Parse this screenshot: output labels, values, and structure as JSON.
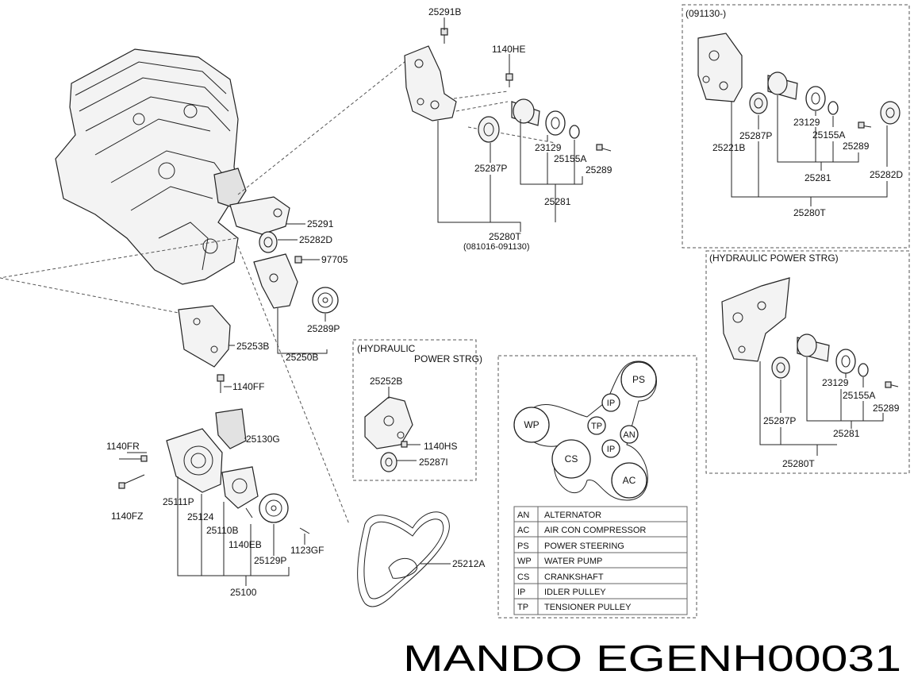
{
  "labels": {
    "l_25291B": "25291B",
    "l_1140HE": "1140HE",
    "l_23129a": "23129",
    "l_25155Aa": "25155A",
    "l_25289a": "25289",
    "l_25287Pa": "25287P",
    "l_25281a": "25281",
    "l_25280Ta": "25280T",
    "l_date_a": "(081016-091130)",
    "l_25291": "25291",
    "l_25282D": "25282D",
    "l_97705": "97705",
    "l_25289P": "25289P",
    "l_25253B": "25253B",
    "l_25250B": "25250B",
    "l_1140FF": "1140FF",
    "l_25130G": "25130G",
    "l_1140FR": "1140FR",
    "l_25111P": "25111P",
    "l_25124": "25124",
    "l_1140FZ": "1140FZ",
    "l_25110B": "25110B",
    "l_1140EB": "1140EB",
    "l_25129P": "25129P",
    "l_1123GF": "1123GF",
    "l_25100": "25100",
    "l_25212A": "25212A",
    "l_hyd1a": "(HYDRAULIC",
    "l_hyd1b": "POWER STRG)",
    "l_25252B": "25252B",
    "l_1140HS": "1140HS",
    "l_25287I": "25287I",
    "l_date_b": "(091130-)",
    "l_23129b": "23129",
    "l_25287Pb": "25287P",
    "l_25155Ab": "25155A",
    "l_25221B": "25221B",
    "l_25289b": "25289",
    "l_25281b": "25281",
    "l_25282Db": "25282D",
    "l_25280Tb": "25280T",
    "l_hyd2": "(HYDRAULIC POWER STRG)",
    "l_23129c": "23129",
    "l_25155Ac": "25155A",
    "l_25287Pc": "25287P",
    "l_25289c": "25289",
    "l_25281c": "25281",
    "l_25280Tc": "25280T"
  },
  "pulleys": {
    "ps": "PS",
    "ip1": "IP",
    "wp": "WP",
    "tp": "TP",
    "an": "AN",
    "ip2": "IP",
    "cs": "CS",
    "ac": "AC"
  },
  "legend": [
    {
      "code": "AN",
      "name": "ALTERNATOR"
    },
    {
      "code": "AC",
      "name": "AIR CON COMPRESSOR"
    },
    {
      "code": "PS",
      "name": "POWER STEERING"
    },
    {
      "code": "WP",
      "name": "WATER PUMP"
    },
    {
      "code": "CS",
      "name": "CRANKSHAFT"
    },
    {
      "code": "IP",
      "name": "IDLER PULLEY"
    },
    {
      "code": "TP",
      "name": "TENSIONER PULLEY"
    }
  ],
  "caption": "MANDO EGENH00031"
}
